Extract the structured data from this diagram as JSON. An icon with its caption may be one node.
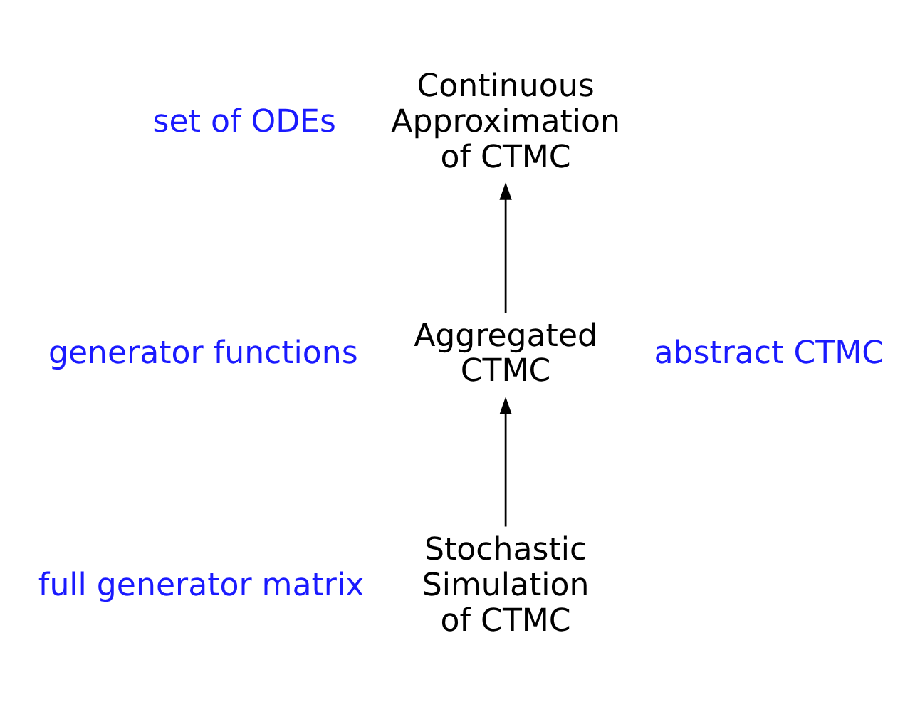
{
  "diagram": {
    "nodes": [
      {
        "text": [
          "Continuous Approximation of CTMC"
        ],
        "beside": [
          "set of ODEs"
        ]
      },
      {
        "text": [
          "Aggregated CTMC"
        ],
        "beside": [
          "generator functions",
          "abstract CTMC"
        ]
      },
      {
        "text": [
          "Stochastic Simulation of CTMC"
        ],
        "beside": [
          "full generator matrix"
        ]
      }
    ],
    "edges": [
      {
        "from": 2,
        "to": 1,
        "arrow": "to"
      },
      {
        "from": 1,
        "to": 0,
        "arrow": "to"
      }
    ]
  }
}
